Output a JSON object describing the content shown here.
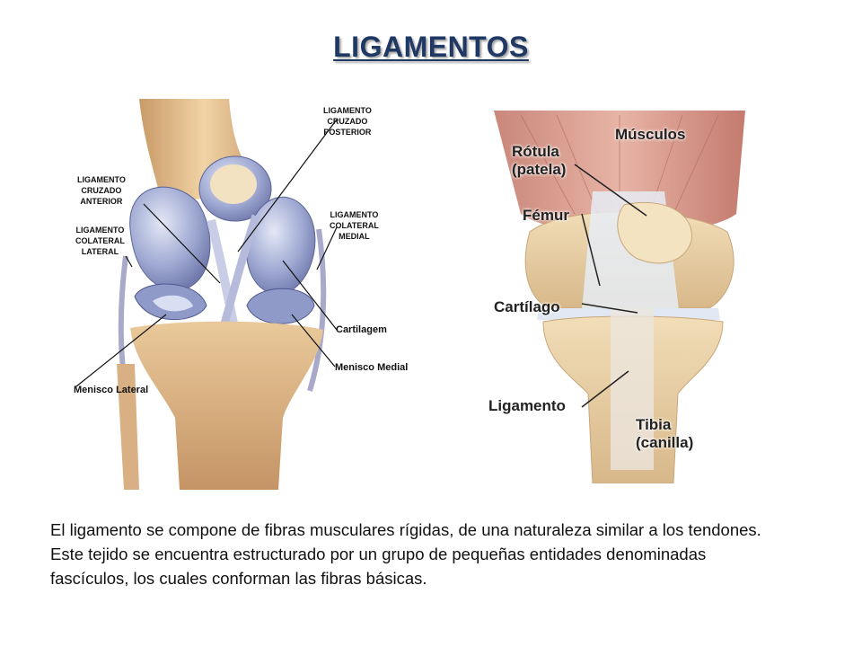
{
  "title": "LIGAMENTOS",
  "left_figure": {
    "labels": {
      "pcl": [
        "LIGAMENTO",
        "CRUZADO",
        "POSTERIOR"
      ],
      "acl": [
        "LIGAMENTO",
        "CRUZADO",
        "ANTERIOR"
      ],
      "lcl": [
        "LIGAMENTO",
        "COLATERAL",
        "LATERAL"
      ],
      "mcl": [
        "LIGAMENTO",
        "COLATERAL",
        "MEDIAL"
      ],
      "cartilage": "Cartilagem",
      "medial_meniscus": "Menisco Medial",
      "lateral_meniscus": "Menisco Lateral"
    }
  },
  "right_figure": {
    "labels": {
      "muscles": "Músculos",
      "patella": [
        "Rótula",
        "(patela)"
      ],
      "femur": "Fémur",
      "cartilage": "Cartílago",
      "ligament": "Ligamento",
      "tibia": [
        "Tibia",
        "(canilla)"
      ]
    }
  },
  "paragraph": "El ligamento se compone de fibras musculares rígidas, de una naturaleza similar a los tendones. Este tejido se encuentra estructurado por un grupo de pequeñas entidades denominadas fascículos, los cuales conforman las fibras básicas."
}
